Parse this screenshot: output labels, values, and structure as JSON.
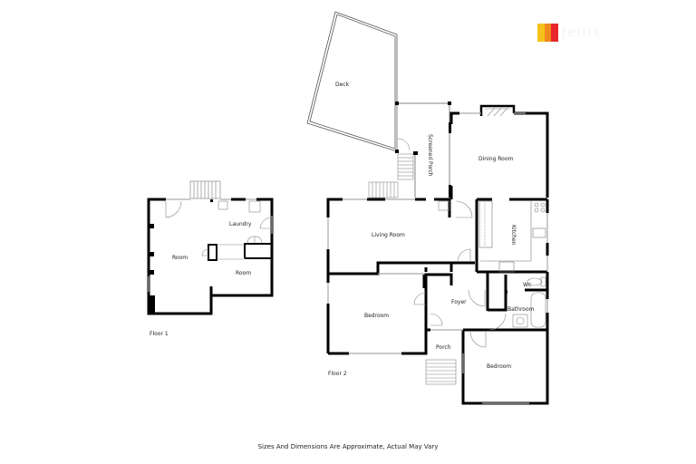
{
  "brand": {
    "logo_colors": [
      "#f7c21b",
      "#f08a1c",
      "#e8262c"
    ],
    "wordmark": "Jellis"
  },
  "floors": [
    {
      "label": "Floor 1",
      "rooms": [
        "Laundry",
        "Room",
        "Room"
      ]
    },
    {
      "label": "Floor 2",
      "rooms": [
        "Deck",
        "Screened Porch",
        "Dining Room",
        "Living Room",
        "Kitchen",
        "Foyer",
        "Wc",
        "Bathroom",
        "Bedroom",
        "Porch",
        "Bedroom"
      ]
    }
  ],
  "labels": {
    "floor1": "Floor 1",
    "floor2": "Floor 2",
    "laundry": "Laundry",
    "room_a": "Room",
    "room_b": "Room",
    "deck": "Deck",
    "screened_porch": "Screened Porch",
    "dining": "Dining Room",
    "living": "Living Room",
    "kitchen": "Kitchen",
    "foyer": "Foyer",
    "wc": "Wc",
    "bathroom": "Bathroom",
    "bedroom_1": "Bedroom",
    "porch": "Porch",
    "bedroom_2": "Bedroom"
  },
  "disclaimer": "Sizes And Dimensions Are Approximate, Actual May Vary",
  "colors": {
    "wall": "#000000",
    "window": "#cccccc",
    "line": "#555555"
  }
}
